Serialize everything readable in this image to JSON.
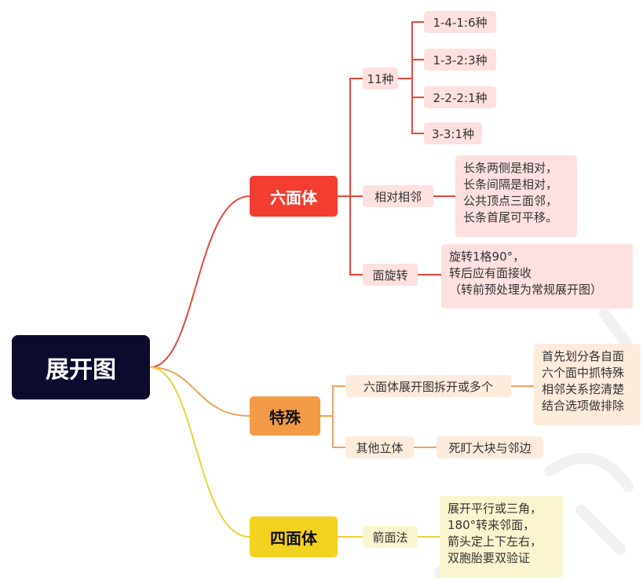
{
  "colors": {
    "root": "#0b0b2e",
    "hexahedron": "#f23d30",
    "special": "#f29a45",
    "tetrahedron": "#f2d21f",
    "pink_box": "#fde0df",
    "orange_box": "#fdebdc",
    "yellow_box": "#fbf5cf",
    "red_line": "#e8453c",
    "orange_line": "#f0a25a",
    "yellow_line": "#ecd23a"
  },
  "root": {
    "label": "展开图"
  },
  "hexahedron": {
    "label": "六面体",
    "eleven": {
      "label": "11种",
      "items": [
        "1-4-1:6种",
        "1-3-2:3种",
        "2-2-2:1种",
        "3-3:1种"
      ]
    },
    "opposite_adjacent": {
      "label": "相对相邻",
      "note": "长条两侧是相对，\n长条间隔是相对，\n公共顶点三面邻，\n长条首尾可平移。"
    },
    "rotation": {
      "label": "面旋转",
      "note": "旋转1格90°，\n转后应有面接收\n（转前预处理为常规展开图）"
    }
  },
  "special": {
    "label": "特殊",
    "split": {
      "label": "六面体展开图拆开或多个",
      "note": "首先划分各自面\n六个面中抓特殊\n相邻关系挖清楚\n结合选项做排除"
    },
    "other_solids": {
      "label": "其他立体",
      "note": "死盯大块与邻边"
    }
  },
  "tetrahedron": {
    "label": "四面体",
    "arrow_method": {
      "label": "箭面法",
      "note": "展开平行或三角，\n180°转来邻面，\n箭头定上下左右，\n双胞胎要双验证"
    }
  }
}
